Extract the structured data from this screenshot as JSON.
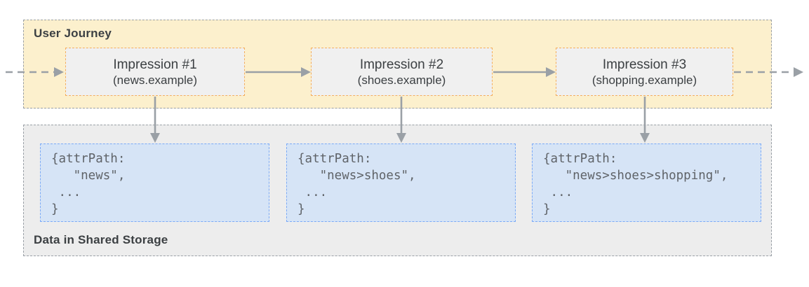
{
  "user_journey": {
    "label": "User Journey",
    "impressions": [
      {
        "title": "Impression #1",
        "subtitle": "(news.example)"
      },
      {
        "title": "Impression #2",
        "subtitle": "(shoes.example)"
      },
      {
        "title": "Impression #3",
        "subtitle": "(shopping.example)"
      }
    ]
  },
  "shared_storage": {
    "label": "Data in Shared Storage",
    "entries": [
      {
        "code": "{attrPath:\n   \"news\",\n ...\n}"
      },
      {
        "code": "{attrPath:\n   \"news>shoes\",\n ...\n}"
      },
      {
        "code": "{attrPath:\n   \"news>shoes>shopping\",\n ...\n}"
      }
    ]
  },
  "colors": {
    "journey_bg": "#FCF0CD",
    "panel_border": "#9AA0A6",
    "impression_bg": "#F0F0F0",
    "impression_border": "#F5AE5C",
    "storage_bg": "#EDEDED",
    "entry_bg": "#D6E4F6",
    "entry_border": "#7BAAF7",
    "arrow": "#9AA0A6",
    "text": "#3C4043",
    "code_text": "#5F6368"
  }
}
